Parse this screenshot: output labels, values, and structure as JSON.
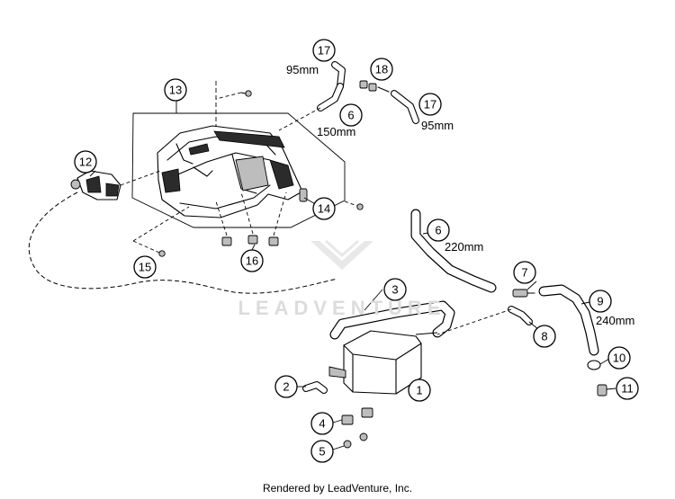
{
  "callouts": [
    {
      "num": "1"
    },
    {
      "num": "2"
    },
    {
      "num": "3"
    },
    {
      "num": "4"
    },
    {
      "num": "5"
    },
    {
      "num": "6"
    },
    {
      "num": "6"
    },
    {
      "num": "7"
    },
    {
      "num": "8"
    },
    {
      "num": "9"
    },
    {
      "num": "10"
    },
    {
      "num": "11"
    },
    {
      "num": "12"
    },
    {
      "num": "13"
    },
    {
      "num": "14"
    },
    {
      "num": "15"
    },
    {
      "num": "16"
    },
    {
      "num": "17"
    },
    {
      "num": "17"
    },
    {
      "num": "18"
    }
  ],
  "dimensions": {
    "hose17_upper": "95mm",
    "hose6_upper": "150mm",
    "hose17_right": "95mm",
    "hose6_lower": "220mm",
    "hose9": "240mm"
  },
  "watermark": "LEADVENTURE",
  "footer": "Rendered by LeadVenture, Inc."
}
